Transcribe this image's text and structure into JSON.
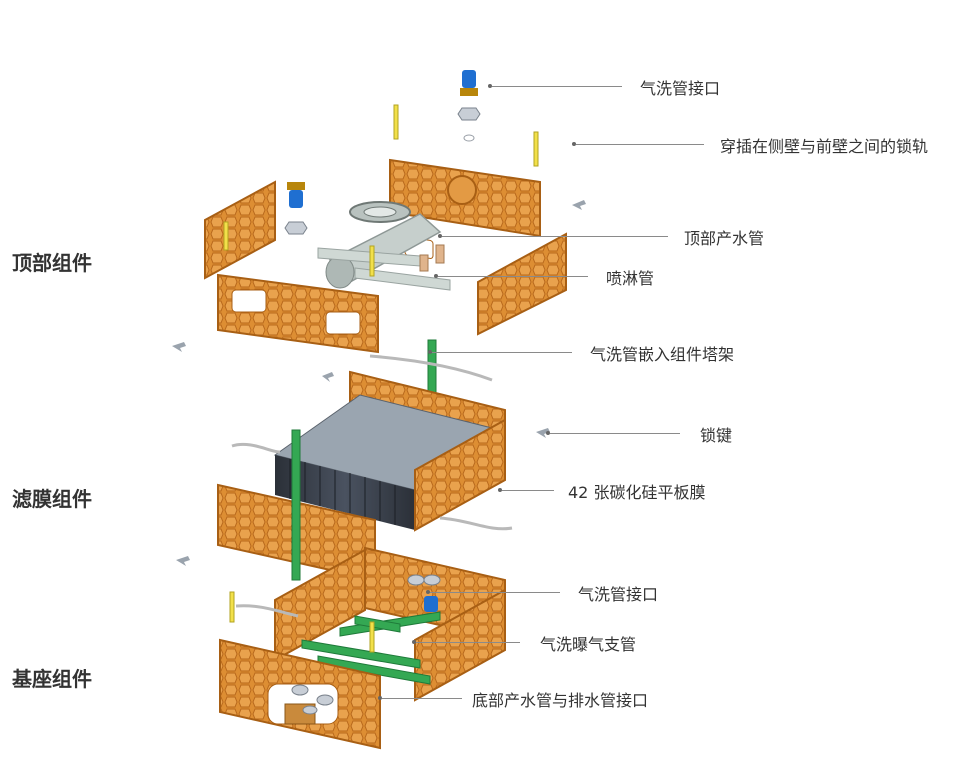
{
  "groups": {
    "top": "顶部组件",
    "membrane": "滤膜组件",
    "base": "基座组件"
  },
  "callouts": {
    "air_inlet_top": "气洗管接口",
    "lock_rail": "穿插在侧壁与前壁之间的锁轨",
    "top_product_pipe": "顶部产水管",
    "spray_pipe": "喷淋管",
    "air_pipe_tower": "气洗管嵌入组件塔架",
    "lock_key": "锁键",
    "membrane_sheets": "42 张碳化硅平板膜",
    "air_inlet_base": "气洗管接口",
    "aeration_branch": "气洗曝气支管",
    "bottom_outlets": "底部产水管与排水管接口"
  },
  "colors": {
    "frame": "#d98a2e",
    "frame_dark": "#a85f14",
    "pipe_green": "#34a853",
    "pipe_grey": "#c9d2cf",
    "membrane": "#39404a",
    "blue_fitting": "#1f6fd1"
  }
}
